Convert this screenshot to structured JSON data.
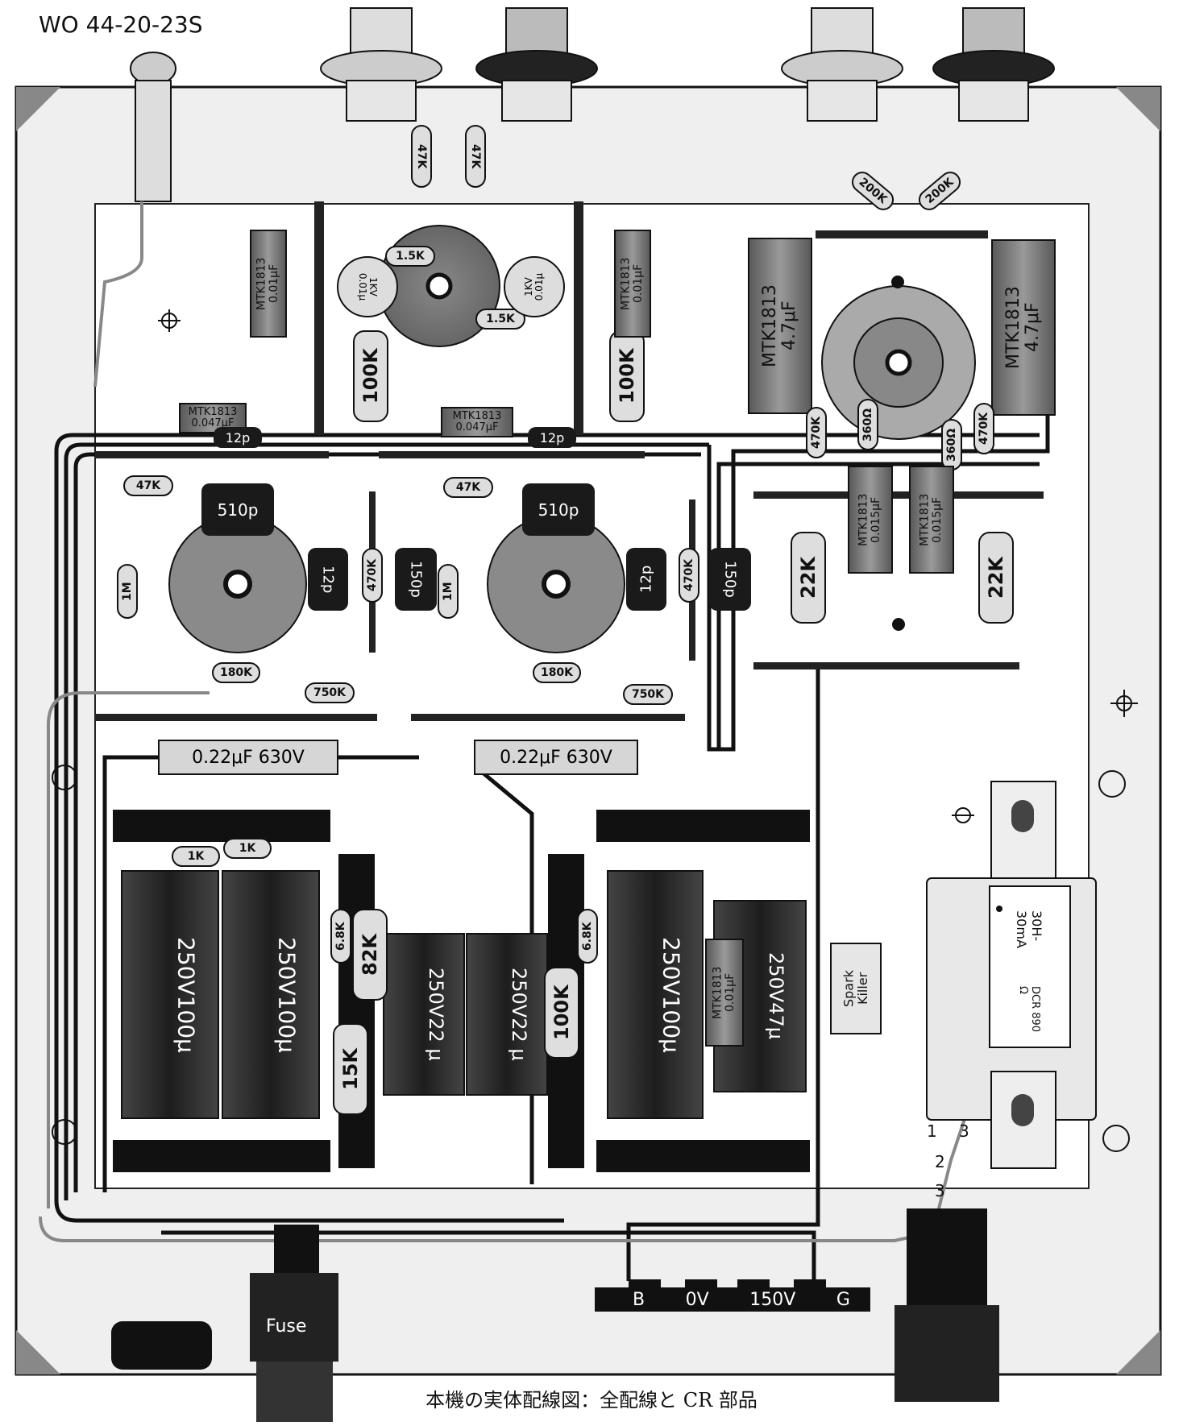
{
  "header": {
    "model": "WO 44-20-23S"
  },
  "caption": "本機の実体配線図：全配線と CR 部品",
  "input_stage": {
    "resistors": {
      "r_47k_left": "47K",
      "r_47k_right": "47K",
      "r_1_5k_top": "1.5K",
      "r_1_5k_bottom": "1.5K",
      "r_100k_left": "100K",
      "r_100k_right": "100K"
    },
    "caps": {
      "mtk_left": {
        "model": "MTK1813",
        "value": "0.01μF"
      },
      "mtk_right": {
        "model": "MTK1813",
        "value": "0.01μF"
      },
      "disc_left": {
        "voltage": "1KV",
        "value": "0.01μ"
      },
      "disc_right": {
        "voltage": "1KV",
        "value": "0.01μ"
      },
      "coupling_left": {
        "model": "MTK1813",
        "value": "0.047μF"
      },
      "coupling_right": {
        "model": "MTK1813",
        "value": "0.047μF"
      }
    }
  },
  "output_stage": {
    "r_200k_left": "200K",
    "r_200k_right": "200K",
    "cap_left": {
      "model": "MTK1813",
      "value": "4.7μF"
    },
    "cap_right": {
      "model": "MTK1813",
      "value": "4.7μF"
    },
    "r_470k_left": "470K",
    "r_470k_right": "470K",
    "r_360_left": "360Ω",
    "r_360_right": "360Ω",
    "cap_015_left": {
      "model": "MTK1813",
      "value": "0.015μF"
    },
    "cap_015_right": {
      "model": "MTK1813",
      "value": "0.015μF"
    },
    "r_22k_left": "22K",
    "r_22k_right": "22K"
  },
  "driver_stage": {
    "c_12p_top_left": "12p",
    "c_12p_top_right": "12p",
    "r_47k_left": "47K",
    "r_47k_right": "47K",
    "c_510p_left": "510p",
    "c_510p_right": "510p",
    "c_12p_side_left": "12p",
    "c_12p_side_right": "12p",
    "r_470k_left": "470K",
    "r_470k_right": "470K",
    "c_150p_left": "150p",
    "c_150p_right": "150p",
    "r_1m_left": "1M",
    "r_1m_right": "1M",
    "r_180k_left": "180K",
    "r_180k_right": "180K",
    "r_750k_left": "750K",
    "r_750k_right": "750K",
    "cap_022_left": "0.22μF  630V",
    "cap_022_right": "0.22μF  630V"
  },
  "power_supply": {
    "r_1k_a": "1K",
    "r_1k_b": "1K",
    "ecap_1": "250V100μ",
    "ecap_2": "250V100μ",
    "ecap_3": "250V22 μ",
    "ecap_4": "250V22 μ",
    "ecap_5": "250V100μ",
    "ecap_6": "250V47μ",
    "r_6_8k_left": "6.8K",
    "r_6_8k_right": "6.8K",
    "r_82k": "82K",
    "r_15k": "15K",
    "r_100k": "100K",
    "cap_mtk": {
      "model": "MTK1813",
      "value": "0.01μF"
    },
    "spark_killer": [
      "Spark",
      "Killer"
    ],
    "choke": {
      "spec": "30H-30mA",
      "dcr": "DCR 890 Ω"
    },
    "choke_pins": [
      "1",
      "3",
      "2",
      "3"
    ],
    "terminal_labels": [
      "B",
      "0V",
      "150V",
      "G"
    ],
    "fuse": "Fuse"
  },
  "colors": {
    "chassis": "#f2f2f2",
    "ink": "#111111",
    "tube_socket": "#7a7a7a",
    "capacitor_body": "#2d2d2d",
    "resistor_body": "#d8d8d8"
  }
}
